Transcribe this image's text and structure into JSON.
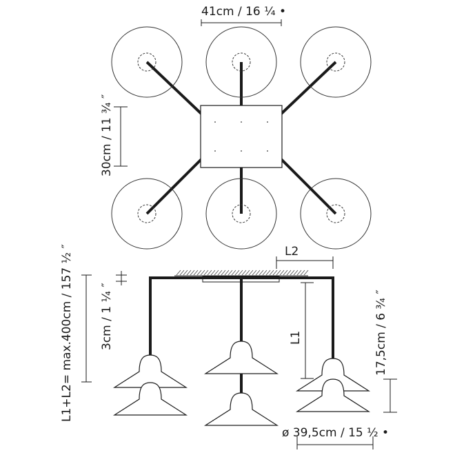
{
  "dimensions": {
    "top_width": "41cm / 16 ¼ •",
    "canopy_depth": "30cm / 11 ¾ ″",
    "cable_length": "L1+L2= max.400cm / 157 ½ ″",
    "canopy_height": "3cm / 1 ¼ ″",
    "shade_height": "17,5cm / 6 ¾ ″",
    "shade_diameter": "ø 39,5cm / 15 ½ •",
    "l1_label": "L1",
    "l2_label": "L2"
  },
  "colors": {
    "line": "#1a1a1a",
    "background": "#ffffff"
  }
}
